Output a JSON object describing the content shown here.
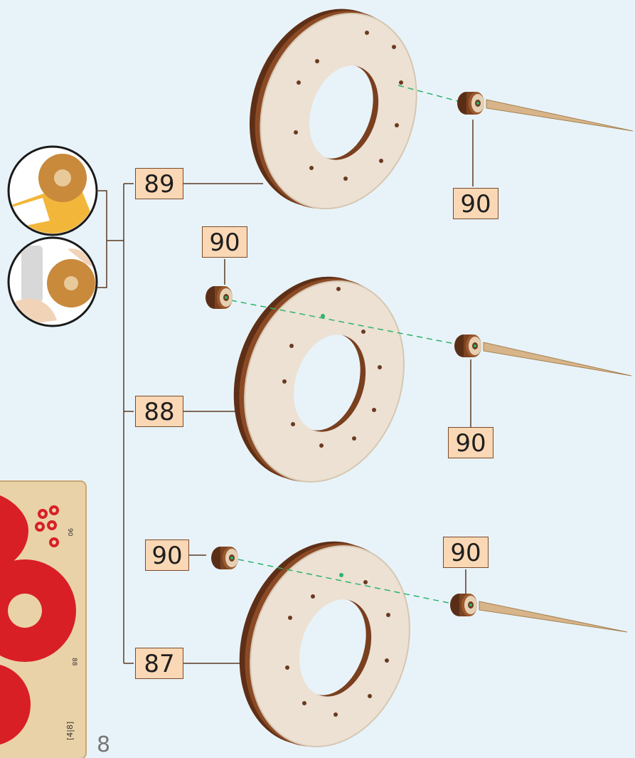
{
  "labels": {
    "part_89": "89",
    "part_88": "88",
    "part_87": "87",
    "spacer_a": "90",
    "spacer_b": "90",
    "spacer_c": "90",
    "spacer_d": "90",
    "spacer_e": "90"
  },
  "sheet": {
    "part_numbers": [
      "90",
      "88"
    ],
    "tag": "[4|8]"
  },
  "page_number": "8",
  "colors": {
    "background": "#e8f3f9",
    "label_fill": "#fbd8b5",
    "label_border": "#7a4a2a",
    "disc_face": "#ece1d3",
    "disc_edge": "#6b3a1f",
    "sheet_wood": "#ead2a8",
    "sheet_parts": "#d81f26",
    "guide_line": "#2db36a"
  },
  "icons": [
    "gear-peel-sticker-icon",
    "gear-press-pin-icon",
    "spacer-icon",
    "toothpick-icon"
  ]
}
